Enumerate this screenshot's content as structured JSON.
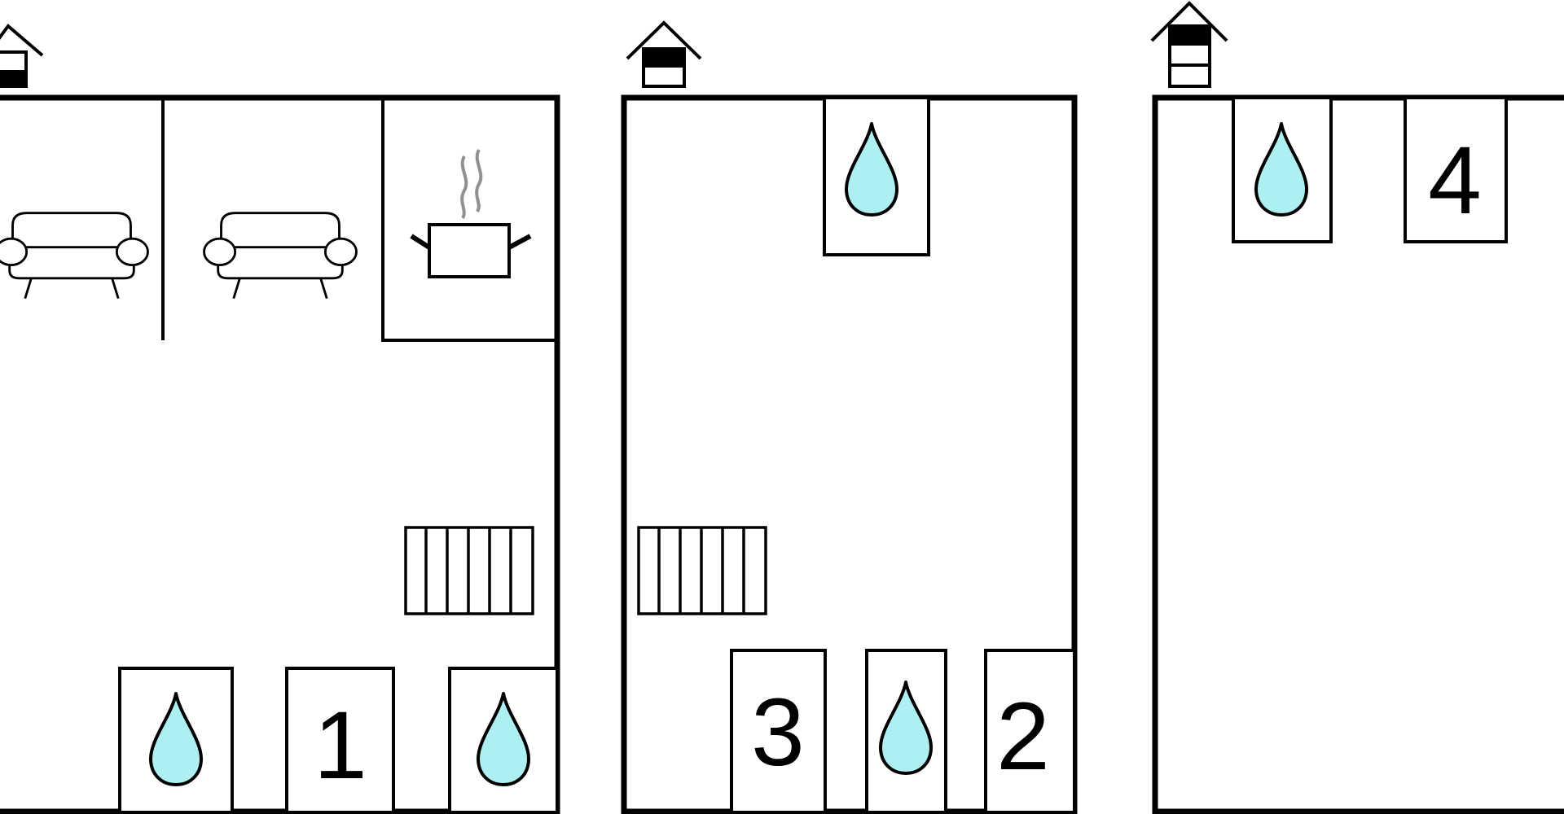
{
  "floor_plan": {
    "colors": {
      "wall": "#000000",
      "water": "#AEEFF2",
      "steam": "#909090",
      "background": "#FFFFFF"
    },
    "floors": [
      {
        "level_icon": "house-level-icon-ground",
        "rooms": [
          {
            "icon": "sofa-icon"
          },
          {
            "icon": "sofa-icon"
          },
          {
            "icon": "cooking-pot-icon"
          },
          {
            "icon": "staircase-icon"
          },
          {
            "icon": "water-drop-icon"
          },
          {
            "label": "1",
            "icon": "bedroom-number"
          },
          {
            "icon": "water-drop-icon"
          }
        ]
      },
      {
        "level_icon": "house-level-icon-first",
        "rooms": [
          {
            "icon": "water-drop-icon"
          },
          {
            "icon": "staircase-icon"
          },
          {
            "label": "3",
            "icon": "bedroom-number"
          },
          {
            "icon": "water-drop-icon"
          },
          {
            "label": "2",
            "icon": "bedroom-number"
          }
        ]
      },
      {
        "level_icon": "house-level-icon-second",
        "rooms": [
          {
            "icon": "water-drop-icon"
          },
          {
            "label": "4",
            "icon": "bedroom-number"
          }
        ]
      }
    ]
  }
}
